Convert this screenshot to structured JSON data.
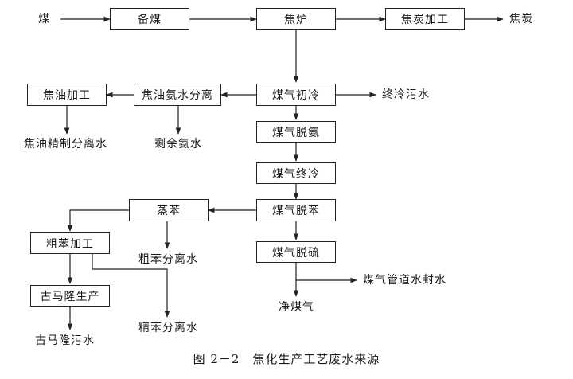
{
  "diagram": {
    "nodes": {
      "bei_mei": "备煤",
      "jiao_lu": "焦炉",
      "jiao_tan_jia_gong": "焦炭加工",
      "mei_qi_chu_leng": "煤气初冷",
      "jiao_you_an_shui_fen_li": "焦油氨水分离",
      "jiao_you_jia_gong": "焦油加工",
      "mei_qi_tuo_an": "煤气脱氨",
      "mei_qi_zhong_leng": "煤气终冷",
      "mei_qi_tuo_ben": "煤气脱苯",
      "zheng_ben": "蒸苯",
      "cu_ben_jia_gong": "粗苯加工",
      "gu_ma_long_sheng_chan": "古马隆生产",
      "mei_qi_tuo_liu": "煤气脱硫"
    },
    "labels": {
      "mei": "煤",
      "jiao_tan": "焦炭",
      "zhong_leng_wu_shui": "终冷污水",
      "jiao_you_jing_zhi_fen_li_shui": "焦油精制分离水",
      "sheng_yu_an_shui": "剩余氨水",
      "cu_ben_fen_li_shui": "粗苯分离水",
      "gu_ma_long_wu_shui": "古马隆污水",
      "jing_ben_fen_li_shui": "精苯分离水",
      "mei_qi_guan_dao_shui_feng_shui": "煤气管道水封水",
      "jing_mei_qi": "净煤气"
    },
    "caption": "图 2－2　焦化生产工艺废水来源"
  }
}
